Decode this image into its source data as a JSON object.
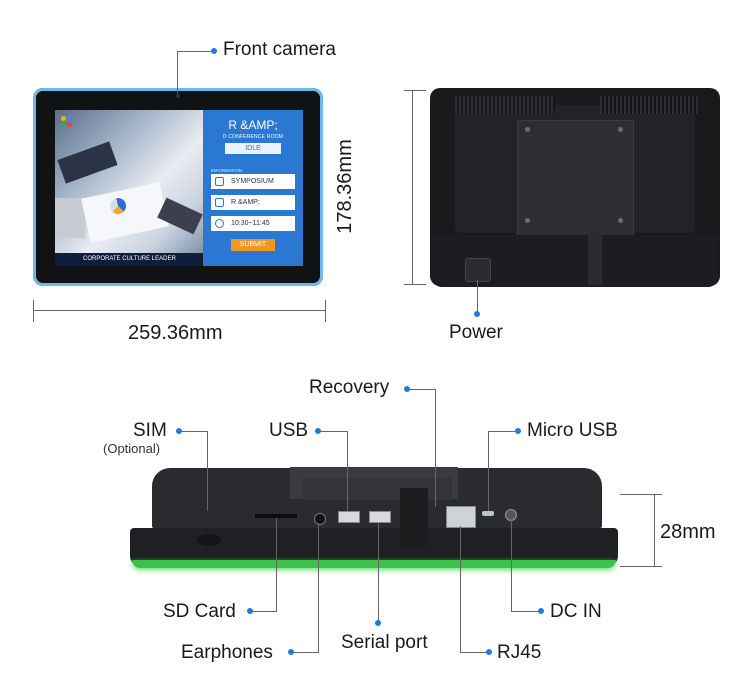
{
  "labels": {
    "front_camera": "Front camera",
    "power": "Power",
    "recovery": "Recovery",
    "sim": "SIM",
    "sim_note": "(Optional)",
    "usb": "USB",
    "micro_usb": "Micro USB",
    "sd_card": "SD Card",
    "earphones": "Earphones",
    "serial_port": "Serial port",
    "rj45": "RJ45",
    "dc_in": "DC IN"
  },
  "dimensions": {
    "width": "259.36mm",
    "height": "178.36mm",
    "depth": "28mm"
  },
  "screen": {
    "title": "R &AMP;",
    "subtitle": "D CONFERENCE ROOM",
    "status": "IDLE",
    "info_label": "INFORMATION",
    "field_topic": "SYMPOSIUM",
    "field_host": "R &AMP;",
    "field_time": "10:30~11:45",
    "submit_label": "SUBMIT",
    "footer_text": "CORPORATE CULTURE LEADER"
  },
  "colors": {
    "accent_dot": "#1e7be0",
    "panel_blue": "#2a78d1",
    "submit_orange": "#f29624",
    "led_green": "#3cc24a",
    "bezel_blue": "#6fb7ea"
  }
}
